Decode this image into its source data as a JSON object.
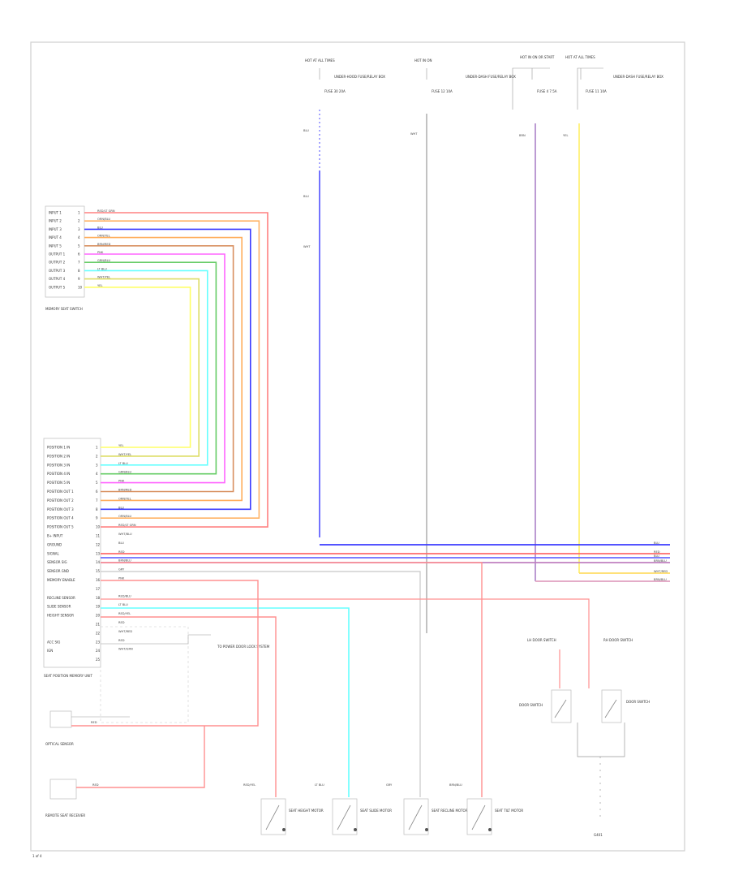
{
  "diagram": {
    "footer_code": "1 of 4"
  },
  "left_connector": {
    "pins": [
      {
        "label": "INPUT 1",
        "num": "1",
        "color_name": "RED/LT GRN",
        "hex": "#ff8080"
      },
      {
        "label": "INPUT 2",
        "num": "2",
        "color_name": "ORN/BLU",
        "hex": "#ffb366"
      },
      {
        "label": "INPUT 3",
        "num": "3",
        "color_name": "BLU",
        "hex": "#3b3bff"
      },
      {
        "label": "INPUT 4",
        "num": "4",
        "color_name": "ORN/YEL",
        "hex": "#ffad5c"
      },
      {
        "label": "INPUT 5",
        "num": "5",
        "color_name": "BRN/RED",
        "hex": "#d89060"
      },
      {
        "label": "OUTPUT 1",
        "num": "6",
        "color_name": "PNK",
        "hex": "#ff66ff"
      },
      {
        "label": "OUTPUT 2",
        "num": "7",
        "color_name": "GRN/BLU",
        "hex": "#66cc66"
      },
      {
        "label": "OUTPUT 3",
        "num": "8",
        "color_name": "LT BLU",
        "hex": "#66ffff"
      },
      {
        "label": "OUTPUT 4",
        "num": "9",
        "color_name": "WHT/YEL",
        "hex": "#dddd66"
      },
      {
        "label": "OUTPUT 5",
        "num": "10",
        "color_name": "YEL",
        "hex": "#ffff66"
      }
    ],
    "caption": "MEMORY SEAT SWITCH"
  },
  "main_module": {
    "caption": "SEAT POSITION MEMORY UNIT",
    "pins": [
      {
        "label": "POSITION 1 IN",
        "num": "1",
        "color_name": "YEL"
      },
      {
        "label": "POSITION 2 IN",
        "num": "2",
        "color_name": "WHT/YEL"
      },
      {
        "label": "POSITION 3 IN",
        "num": "3",
        "color_name": "LT BLU"
      },
      {
        "label": "POSITION 4 IN",
        "num": "4",
        "color_name": "GRN/BLU"
      },
      {
        "label": "POSITION 5 IN",
        "num": "5",
        "color_name": "PNK"
      },
      {
        "label": "POSITION OUT 1",
        "num": "6",
        "color_name": "BRN/RED"
      },
      {
        "label": "POSITION OUT 2",
        "num": "7",
        "color_name": "ORN/YEL"
      },
      {
        "label": "POSITION OUT 3",
        "num": "8",
        "color_name": "BLU"
      },
      {
        "label": "POSITION OUT 4",
        "num": "9",
        "color_name": "ORN/BLU"
      },
      {
        "label": "POSITION OUT 5",
        "num": "10",
        "color_name": "RED/LT GRN"
      },
      {
        "label": "B+ INPUT",
        "num": "11",
        "color_name": "WHT/BLU"
      },
      {
        "label": "GROUND",
        "num": "12",
        "color_name": "BLU"
      },
      {
        "label": "SIGNAL",
        "num": "13",
        "color_name": "RED"
      },
      {
        "label": "SENSOR SIG",
        "num": "14",
        "color_name": "BRN/BLU"
      },
      {
        "label": "SENSOR GND",
        "num": "15",
        "color_name": "GRY"
      },
      {
        "label": "MEMORY ENABLE",
        "num": "16",
        "color_name": "PNK"
      },
      {
        "label": "",
        "num": "17",
        "color_name": ""
      },
      {
        "label": "RECLINE SENSOR",
        "num": "18",
        "color_name": "RED/BLU"
      },
      {
        "label": "SLIDE SENSOR",
        "num": "19",
        "color_name": "LT BLU"
      },
      {
        "label": "HEIGHT SENSOR",
        "num": "20",
        "color_name": "RED/YEL"
      },
      {
        "label": "",
        "num": "21",
        "color_name": "RED"
      },
      {
        "label": "",
        "num": "22",
        "color_name": "WHT/RED"
      },
      {
        "label": "ACC SIG",
        "num": "23",
        "color_name": "RED"
      },
      {
        "label": "IGN",
        "num": "24",
        "color_name": "WHT/GRN"
      },
      {
        "label": "",
        "num": "25",
        "color_name": ""
      }
    ],
    "side_note": "TO POWER DOOR LOCK SYSTEM"
  },
  "top_fuses": [
    {
      "title": "HOT AT ALL TIMES",
      "fuse": "FUSE 30 20A",
      "desc": "UNDER-HOOD FUSE/RELAY BOX"
    },
    {
      "title": "HOT IN ON",
      "fuse": "FUSE 12 10A",
      "desc": "UNDER-DASH FUSE/RELAY BOX"
    },
    {
      "title": "HOT IN ON OR START",
      "fuse": "FUSE 4 7.5A",
      "desc": "UNDER-DASH FUSE/RELAY BOX"
    },
    {
      "title": "HOT AT ALL TIMES",
      "fuse": "FUSE 11 10A",
      "desc": "UNDER-DASH FUSE/RELAY BOX"
    }
  ],
  "right_outputs": [
    {
      "tag": "BLU",
      "hex": "#3b3bff"
    },
    {
      "tag": "RED",
      "hex": "#ff6b6b"
    },
    {
      "tag": "BLU",
      "hex": "#6b6bff"
    },
    {
      "tag": "BRN/BLU",
      "hex": "#c080c0"
    },
    {
      "tag": "WHT/RED",
      "hex": "#ffdd66"
    },
    {
      "tag": "BRN/BLU",
      "hex": "#e0a0c0"
    }
  ],
  "bottom_components": [
    {
      "label": "OPTICAL SENSOR",
      "wire": "RED"
    },
    {
      "label": "REMOTE SEAT RECEIVER",
      "wire": "RED"
    }
  ],
  "motors": [
    {
      "wire": "RED/YEL",
      "name": "SEAT HEIGHT MOTOR"
    },
    {
      "wire": "LT BLU",
      "name": "SEAT SLIDE MOTOR"
    },
    {
      "wire": "GRY",
      "name": "SEAT RECLINE MOTOR"
    },
    {
      "wire": "BRN/BLU",
      "name": "SEAT TILT MOTOR"
    }
  ],
  "right_switches": [
    {
      "title": "LH DOOR SWITCH",
      "desc": "DOOR SWITCH"
    },
    {
      "title": "RH DOOR SWITCH",
      "desc": "DOOR SWITCH"
    }
  ],
  "ground_label": "G401"
}
